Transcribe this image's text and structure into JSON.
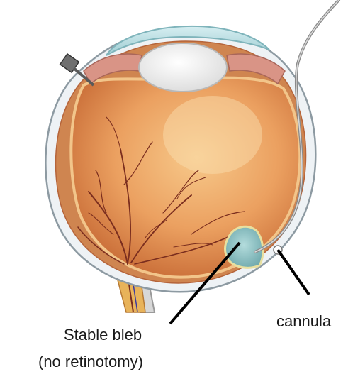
{
  "labels": {
    "cannula": "cannula",
    "bleb_line1": "Stable bleb",
    "bleb_line2": "(no retinotomy)"
  },
  "colors": {
    "vitreous": "#e79a55",
    "vitreous_highlight": "#f6d29a",
    "sclera": "#e9eef2",
    "choroid": "#c7794a",
    "retina": "#f0b77a",
    "vessel": "#7a2d1e",
    "lens": "#f7f7f5",
    "cornea": "#bfe2e7",
    "iris": "#c9867a",
    "bleb": "#8fc6c8",
    "optic_nerve": "#e8b35a",
    "instrument": "#6f6f6f",
    "pointer": "#000000"
  },
  "icons": {
    "trocar": "trocar-port-icon",
    "cannula": "subretinal-cannula-icon"
  }
}
